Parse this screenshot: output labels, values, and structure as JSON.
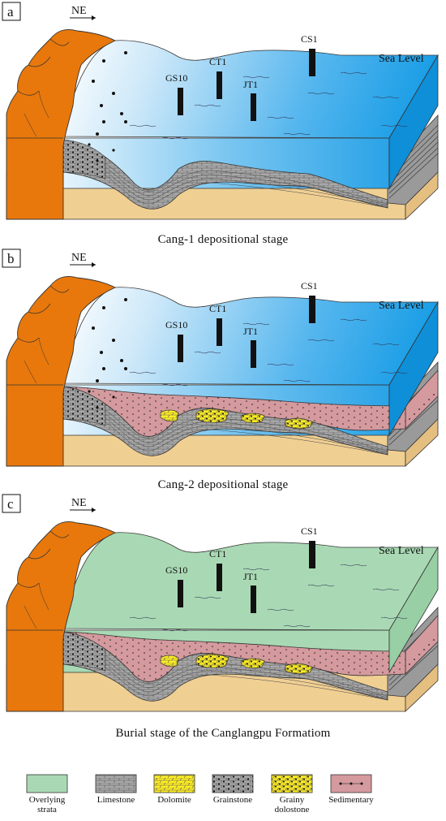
{
  "panels": [
    {
      "letter": "a",
      "caption": "Cang-1 depositional stage",
      "arrow_label": "NE",
      "sea_level_label": "Sea Level",
      "wells": [
        "CS1",
        "CT1",
        "GS10",
        "JT1"
      ],
      "water": "blue",
      "has_sediment_fill": false
    },
    {
      "letter": "b",
      "caption": "Cang-2 depositional stage",
      "arrow_label": "NE",
      "sea_level_label": "Sea Level",
      "wells": [
        "CS1",
        "CT1",
        "GS10",
        "JT1"
      ],
      "water": "blue",
      "has_sediment_fill": true
    },
    {
      "letter": "c",
      "caption": "Burial stage of the Canglangpu Formatiom",
      "arrow_label": "NE",
      "sea_level_label": "Sea Level",
      "wells": [
        "CS1",
        "CT1",
        "GS10",
        "JT1"
      ],
      "water": "green",
      "has_sediment_fill": true
    }
  ],
  "legend": [
    {
      "label_lines": [
        "Overlying",
        "strata"
      ],
      "pattern": "overlying",
      "color": "#a9d9b4"
    },
    {
      "label_lines": [
        "Limestone"
      ],
      "pattern": "limestone",
      "color": "#a8a8a8"
    },
    {
      "label_lines": [
        "Dolomite"
      ],
      "pattern": "dolomite",
      "color": "#ffee22"
    },
    {
      "label_lines": [
        "Grainstone"
      ],
      "pattern": "grainstone",
      "color": "#a8a8a8"
    },
    {
      "label_lines": [
        "Grainy",
        "dolostone"
      ],
      "pattern": "grainydolo",
      "color": "#ffee22"
    },
    {
      "label_lines": [
        "Sedimentary"
      ],
      "pattern": "sedimentary",
      "color": "#d49a9e"
    }
  ],
  "colors": {
    "granite": "#e8780c",
    "sand": "#f0cf93",
    "sea_blue": "#1b9ee6",
    "overlying": "#a9d9b4",
    "limestone": "#a8a8a8",
    "sediment": "#d49a9e",
    "yellow": "#ffee22"
  }
}
